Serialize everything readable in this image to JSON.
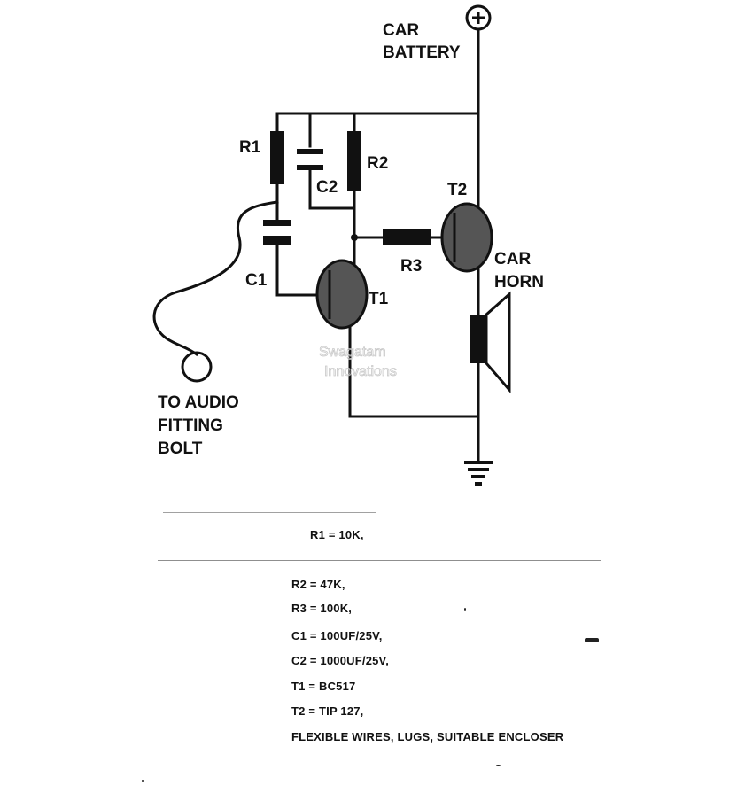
{
  "diagram": {
    "labels": {
      "battery_line1": "CAR",
      "battery_line2": "BATTERY",
      "r1": "R1",
      "r2": "R2",
      "r3": "R3",
      "c1": "C1",
      "c2": "C2",
      "t1": "T1",
      "t2": "T2",
      "horn_line1": "CAR",
      "horn_line2": "HORN",
      "audio_line1": "TO AUDIO",
      "audio_line2": "FITTING",
      "audio_line3": "BOLT",
      "watermark_line1": "Swagatam",
      "watermark_line2": "Innovations"
    }
  },
  "parts_list": [
    "R1 = 10K,",
    "R2 = 47K,",
    "R3 = 100K,",
    "C1 = 100UF/25V,",
    "C2 = 1000UF/25V,",
    "T1 = BC517",
    "T2 = TIP 127,",
    "FLEXIBLE WIRES, LUGS, SUITABLE ENCLOSER"
  ],
  "colors": {
    "ink": "#111111",
    "background": "#ffffff",
    "transistor_fill": "#555555"
  }
}
